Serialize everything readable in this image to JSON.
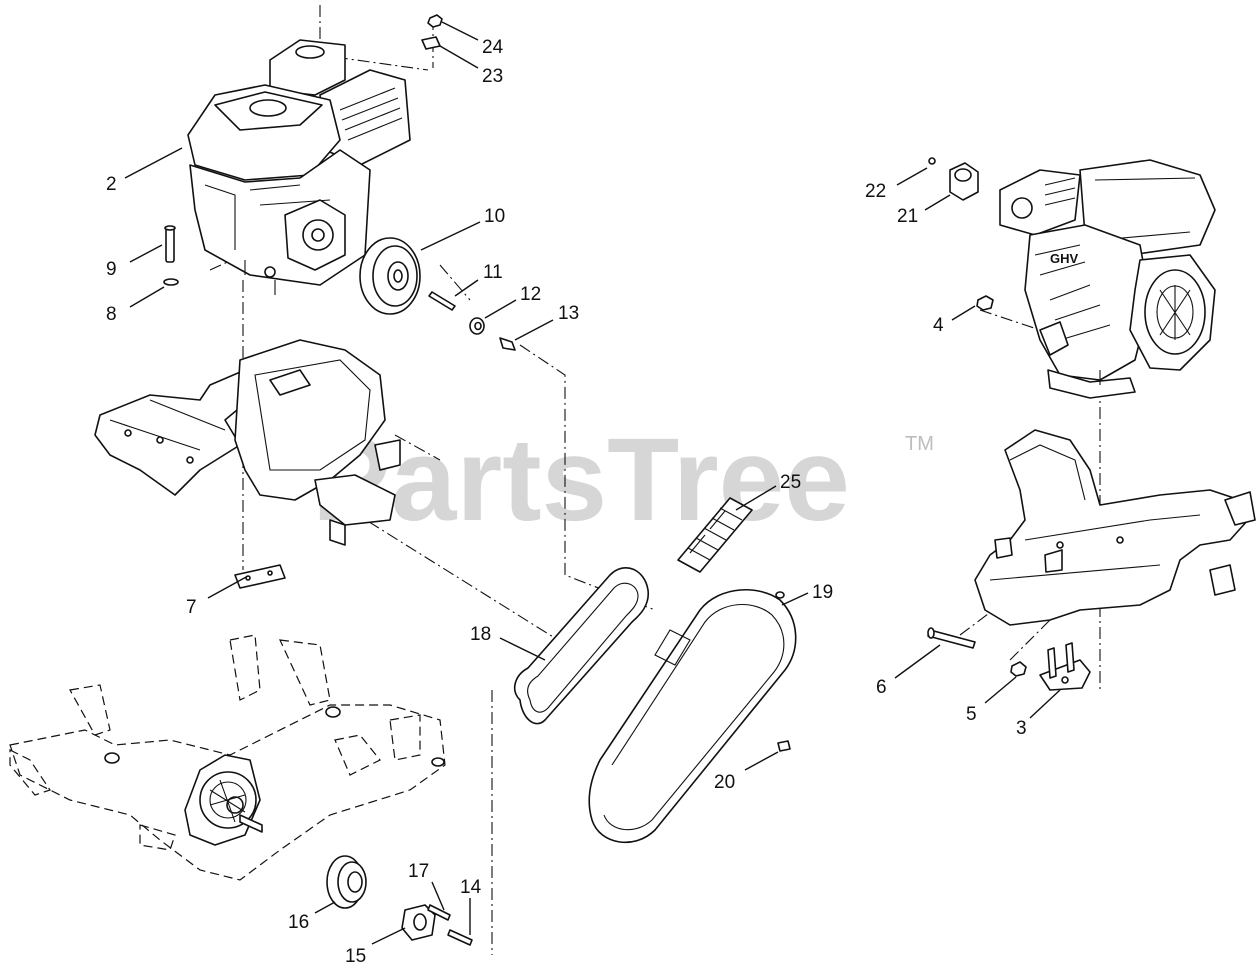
{
  "watermark": {
    "text": "PartsTree",
    "trademark": "TM"
  },
  "callouts": [
    {
      "key": "p24",
      "label": "24"
    },
    {
      "key": "p23",
      "label": "23"
    },
    {
      "key": "p2",
      "label": "2"
    },
    {
      "key": "p10",
      "label": "10"
    },
    {
      "key": "p9",
      "label": "9"
    },
    {
      "key": "p11",
      "label": "11"
    },
    {
      "key": "p12",
      "label": "12"
    },
    {
      "key": "p8",
      "label": "8"
    },
    {
      "key": "p13",
      "label": "13"
    },
    {
      "key": "p22",
      "label": "22"
    },
    {
      "key": "p21",
      "label": "21"
    },
    {
      "key": "p4",
      "label": "4"
    },
    {
      "key": "p25",
      "label": "25"
    },
    {
      "key": "p7",
      "label": "7"
    },
    {
      "key": "p19",
      "label": "19"
    },
    {
      "key": "p18",
      "label": "18"
    },
    {
      "key": "p6",
      "label": "6"
    },
    {
      "key": "p5",
      "label": "5"
    },
    {
      "key": "p3",
      "label": "3"
    },
    {
      "key": "p20",
      "label": "20"
    },
    {
      "key": "p17",
      "label": "17"
    },
    {
      "key": "p14",
      "label": "14"
    },
    {
      "key": "p16",
      "label": "16"
    },
    {
      "key": "p15",
      "label": "15"
    }
  ],
  "engine_badge": "GHV"
}
